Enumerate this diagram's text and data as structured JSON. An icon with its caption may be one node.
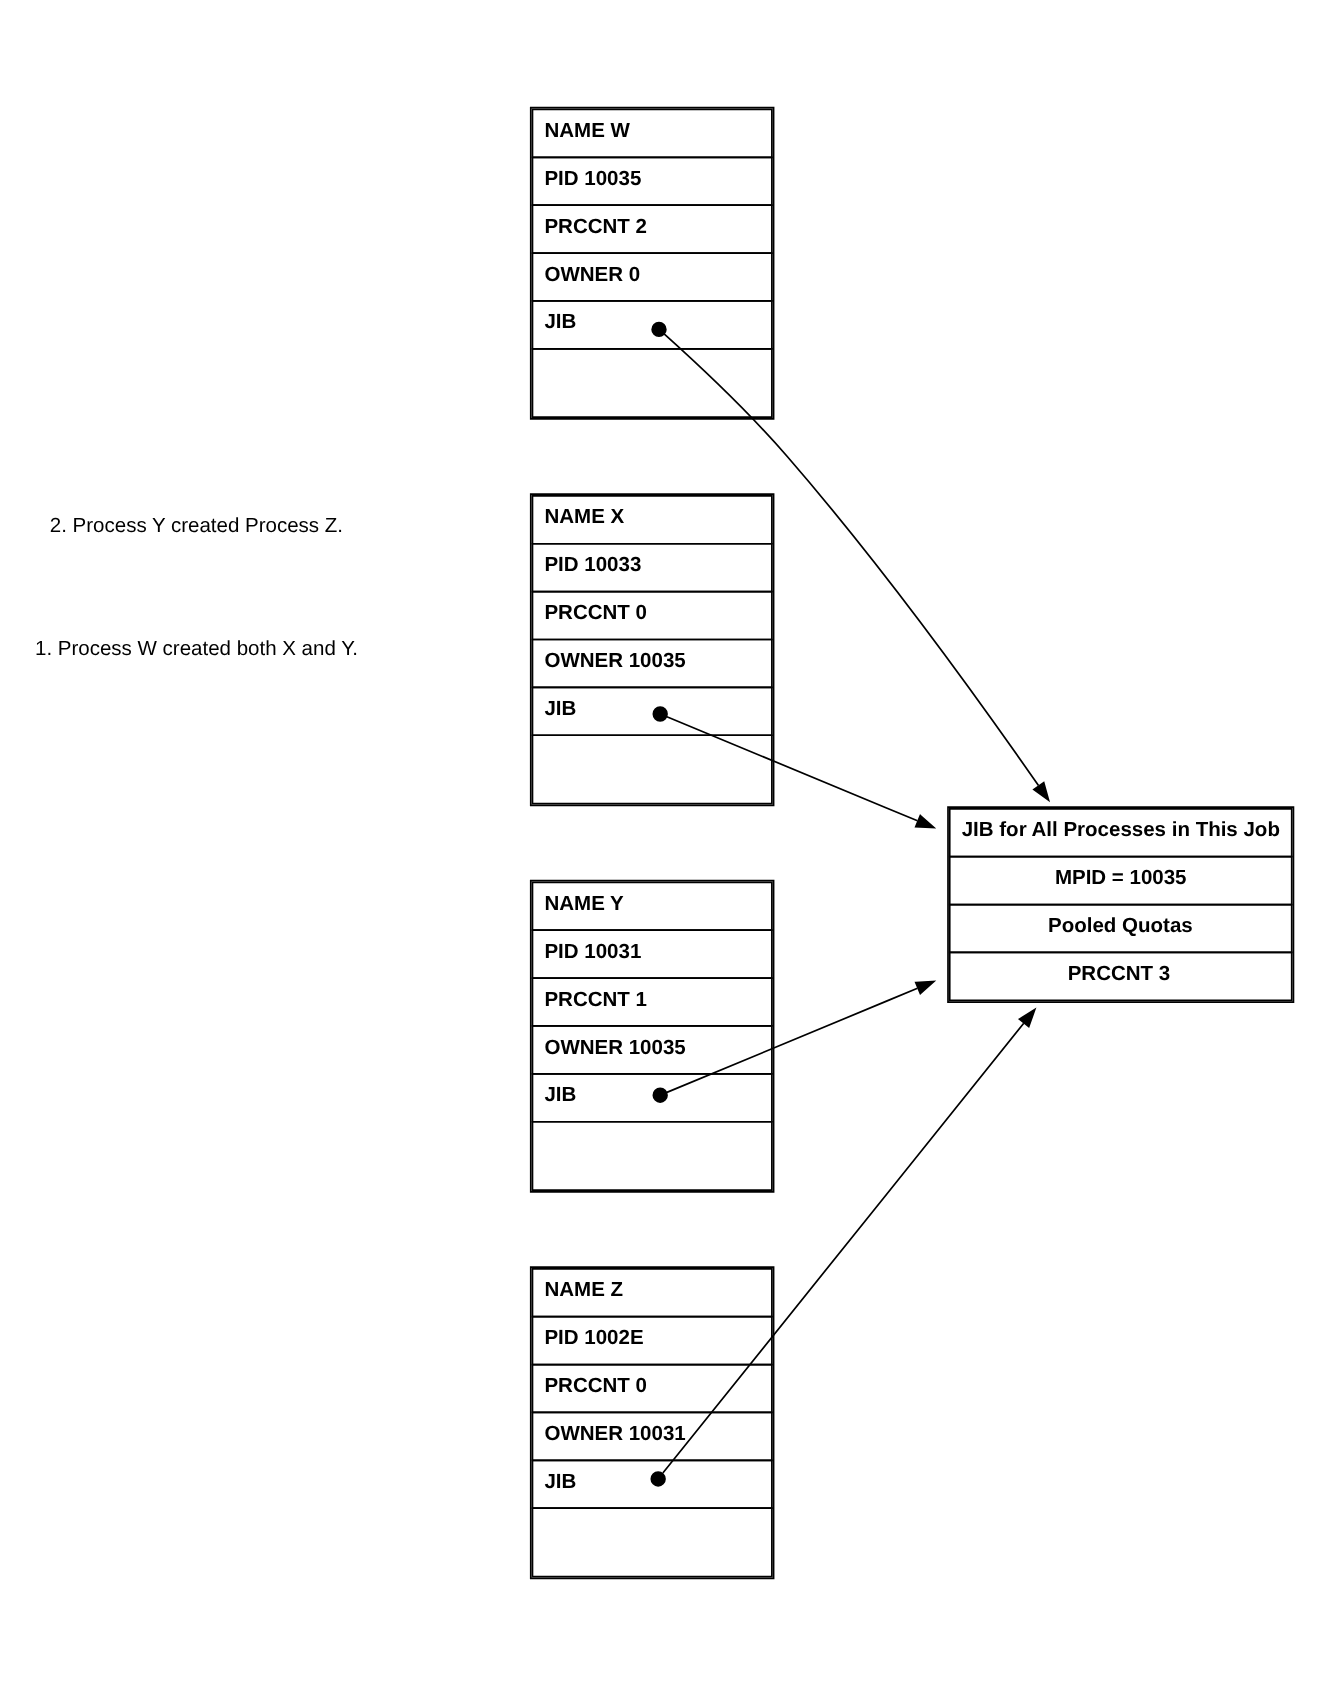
{
  "diagram": {
    "nodes": [
      {
        "text": [
          "NAME W",
          "PID 10035",
          "PRCCNT 2",
          "OWNER 0",
          "JIB"
        ]
      },
      {
        "text": [
          "NAME X",
          "PID 10033",
          "PRCCNT 0",
          "OWNER 10035",
          "JIB"
        ]
      },
      {
        "text": [
          "NAME Y",
          "PID 10031",
          "PRCCNT 1",
          "OWNER 10035",
          "JIB"
        ]
      },
      {
        "text": [
          "NAME Z",
          "PID 1002E",
          "PRCCNT 0",
          "OWNER 10031",
          "JIB"
        ]
      },
      {
        "text": [
          "JIB for All Processes in This Job",
          "MPID = 10035",
          "Pooled Quotas",
          "PRCCNT 3"
        ]
      }
    ],
    "edges": [
      {
        "from": 0,
        "to": 4,
        "arrow": "to"
      },
      {
        "from": 1,
        "to": 4,
        "arrow": "to"
      },
      {
        "from": 2,
        "to": 4,
        "arrow": "to"
      },
      {
        "from": 3,
        "to": 4,
        "arrow": "to"
      }
    ],
    "labels": [
      "1. Process W created both X and Y.",
      "2. Process Y created Process Z."
    ]
  }
}
